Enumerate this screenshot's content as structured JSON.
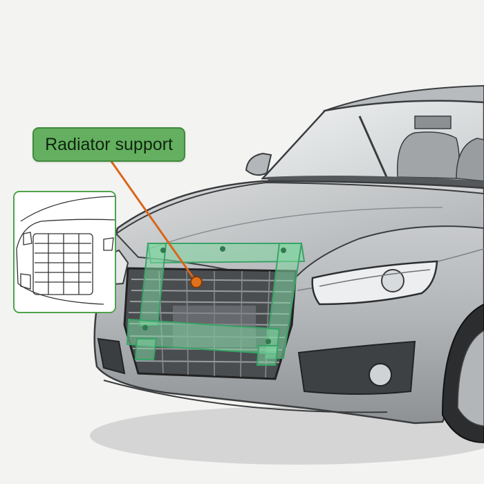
{
  "callout": {
    "label": "Radiator support",
    "color": "#64b060",
    "border_color": "#3f8a3c"
  },
  "highlight": {
    "part": "radiator support",
    "color": "#7fd6a0",
    "marker_color": "#e0701a"
  },
  "inset": {
    "border_color": "#4ea24a",
    "shows": "front view of grille"
  },
  "vehicle": {
    "body_color": "#b9bcbf",
    "glass_color": "#5f6265"
  }
}
